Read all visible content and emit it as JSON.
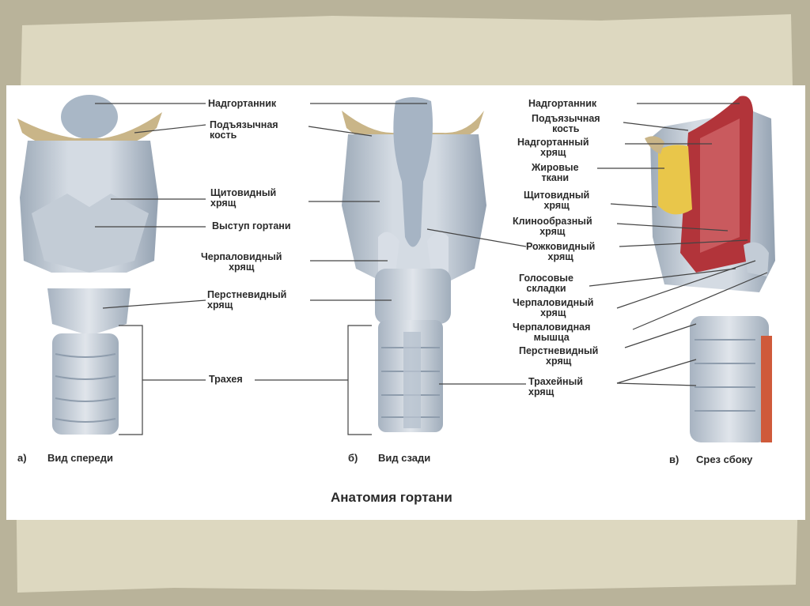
{
  "colors": {
    "paper_outer": "#b9b39a",
    "paper_inner": "#ddd8c0",
    "panel": "#ffffff",
    "cartilage": "#c3ccd6",
    "cartilage_dark": "#8f9dad",
    "bone": "#c9b588",
    "muscle": "#b2343a",
    "fat": "#e9c64a",
    "line": "#444444"
  },
  "diagram": {
    "title": "Анатомия гортани",
    "views": [
      {
        "letter": "а)",
        "caption": "Вид спереди"
      },
      {
        "letter": "б)",
        "caption": "Вид сзади"
      },
      {
        "letter": "в)",
        "caption": "Срез сбоку"
      }
    ],
    "labels_center": [
      "Надгортанник",
      "Подъязычная\nкость",
      "Щитовидный\nхрящ",
      "Выступ гортани",
      "Черпаловидный\nхрящ",
      "Перстневидный\nхрящ",
      "Трахея"
    ],
    "labels_right": [
      "Надгортанник",
      "Подъязычная\nкость",
      "Надгортанный\nхрящ",
      "Жировые\nткани",
      "Щитовидный\nхрящ",
      "Клинообразный\nхрящ",
      "Рожковидный\nхрящ",
      "Голосовые\nскладки",
      "Черпаловидный\nхрящ",
      "Черпаловидная\nмышца",
      "Перстневидный\nхрящ",
      "Трахейный\nхрящ"
    ]
  }
}
